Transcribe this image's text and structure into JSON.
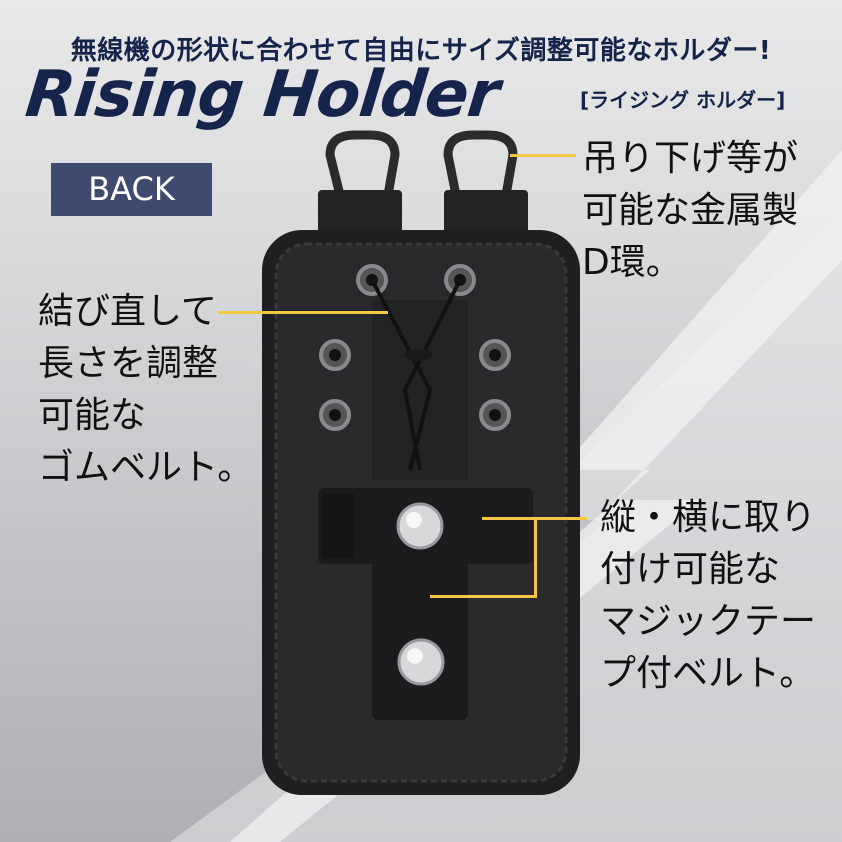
{
  "header": {
    "tagline": "無線機の形状に合わせて自由にサイズ調整可能なホルダー!",
    "brand": "Rising Holder",
    "brand_kana": "[ライジング ホルダー]"
  },
  "badge": {
    "label": "BACK"
  },
  "callouts": {
    "d_ring": {
      "lines": [
        "吊り下げ等が",
        "可能な金属製",
        "D環。"
      ]
    },
    "elastic": {
      "lines": [
        "結び直して",
        "長さを調整",
        "可能な",
        "ゴムベルト。"
      ]
    },
    "velcro": {
      "lines": [
        "縦・横に取り",
        "付け可能な",
        "マジックテー",
        "プ付ベルト。"
      ]
    }
  },
  "colors": {
    "navy": "#14244a",
    "badge_bg": "#3e4b6e",
    "leader_line": "#f2c744",
    "pouch": "#2a2a2c"
  }
}
